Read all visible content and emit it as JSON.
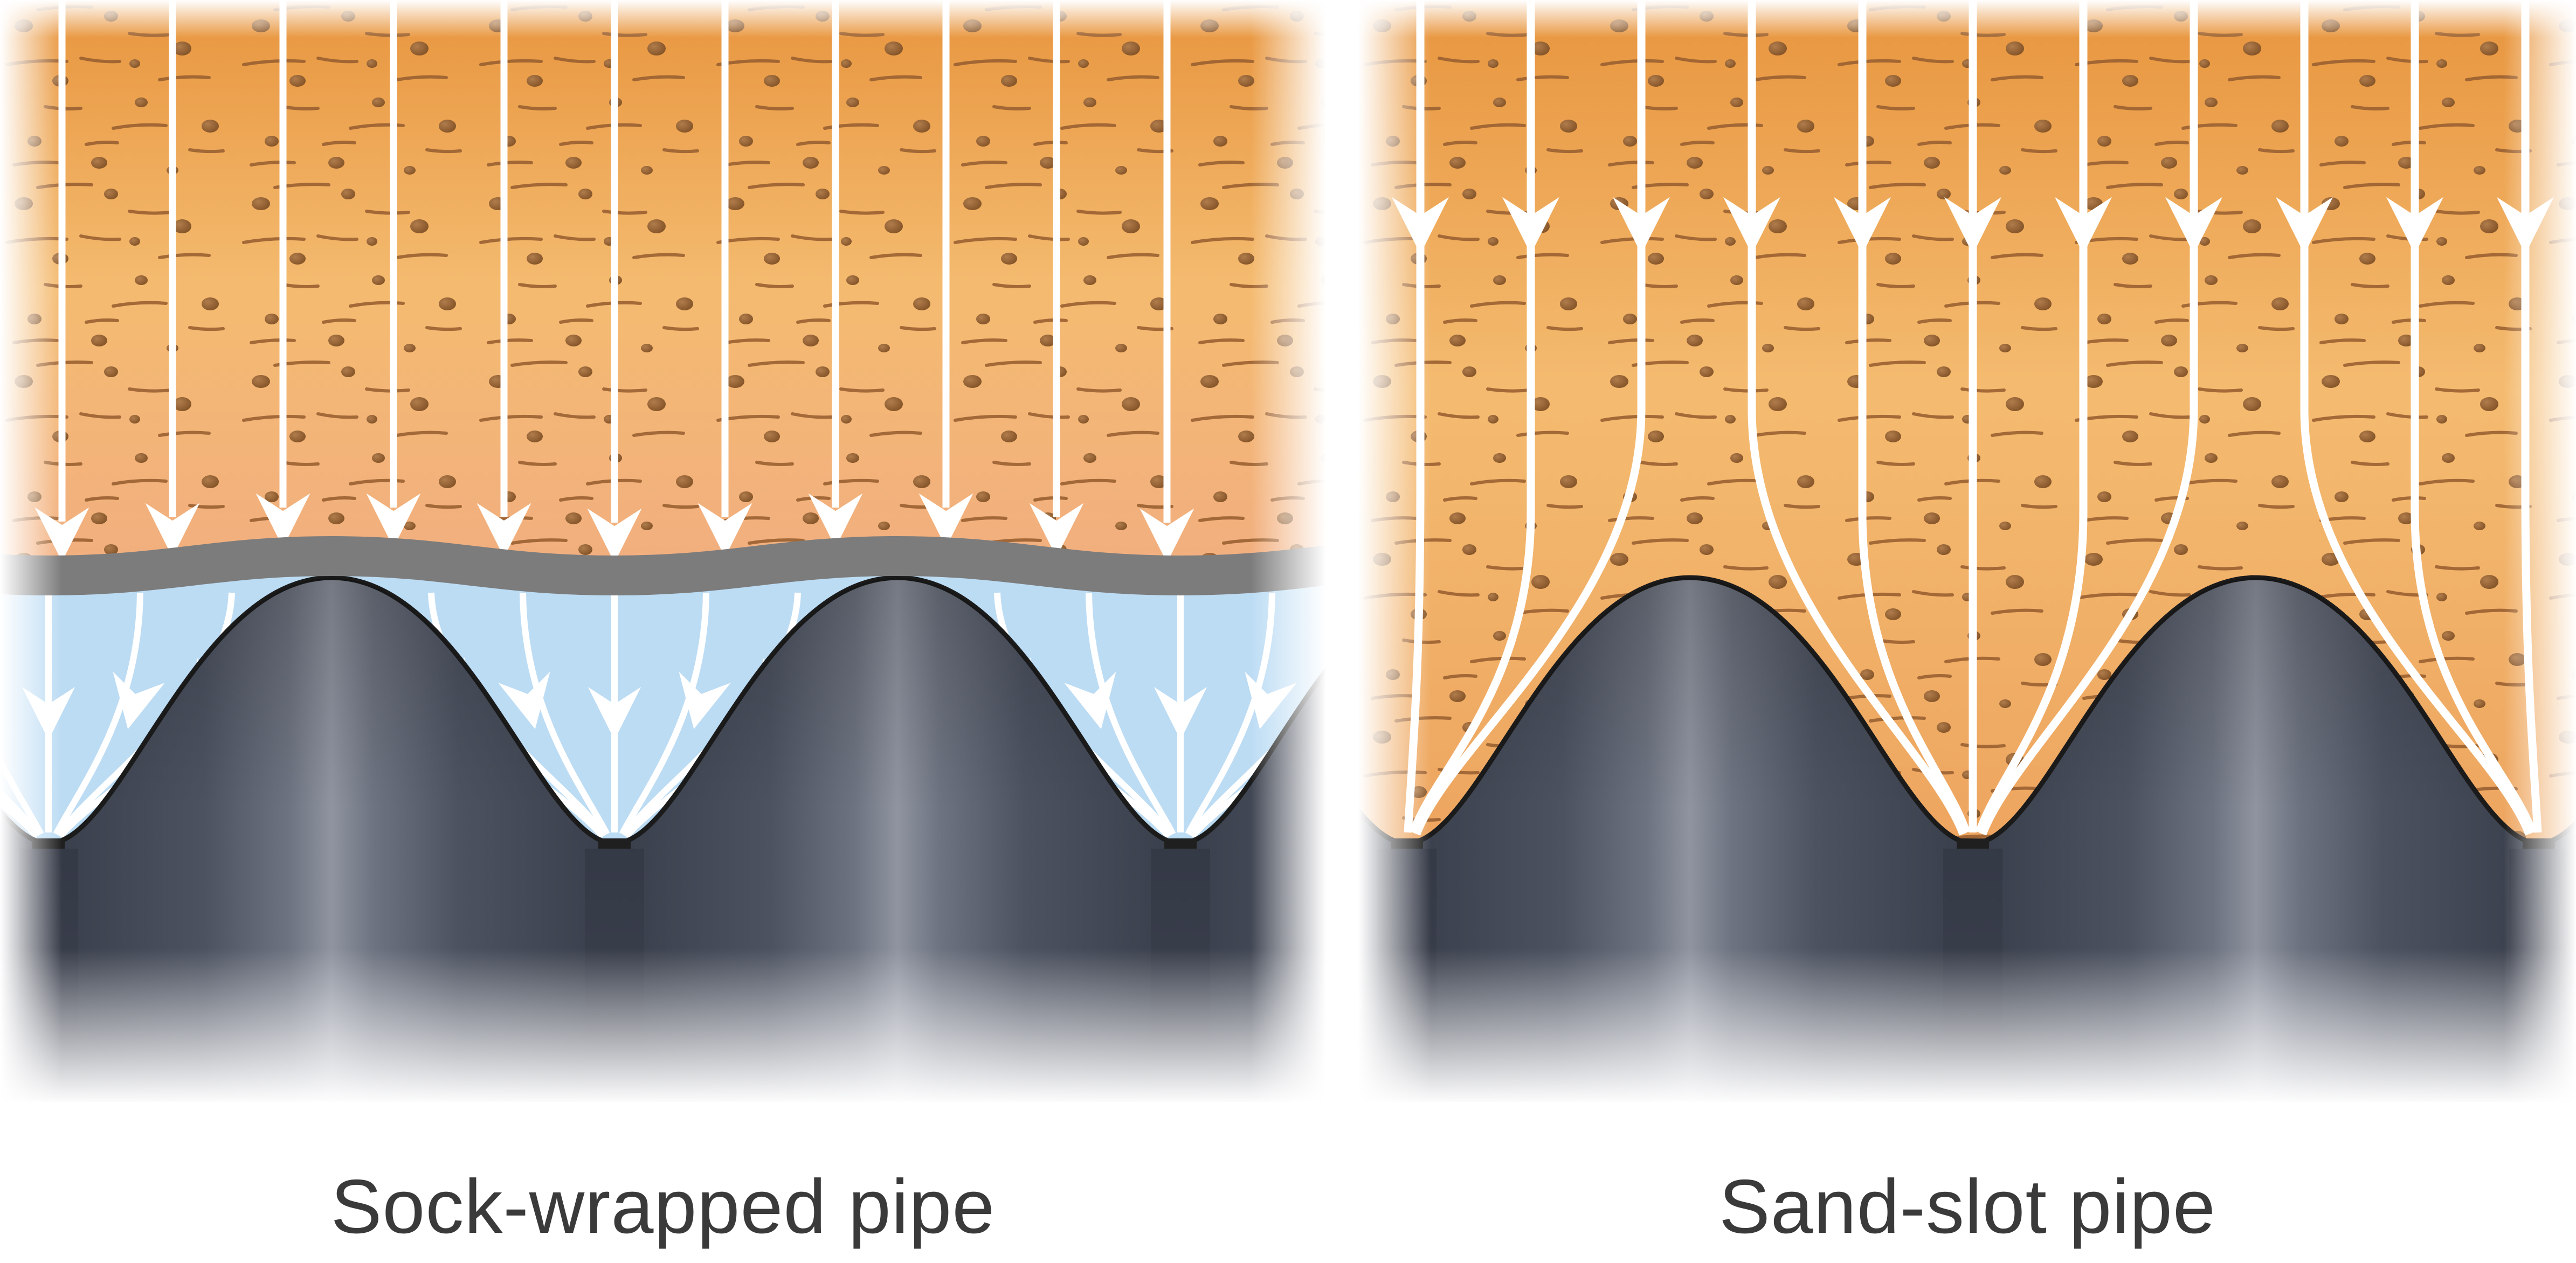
{
  "figure": {
    "panels": [
      {
        "id": "sock-wrapped",
        "caption": "Sock-wrapped pipe",
        "layers": [
          "soil with percolating water",
          "geotextile sock",
          "water film",
          "corrugated drain pipe with slots"
        ]
      },
      {
        "id": "sand-slot",
        "caption": "Sand-slot pipe",
        "layers": [
          "soil with percolating water",
          "corrugated drain pipe with sand slots"
        ]
      }
    ]
  },
  "colors": {
    "background": "#ffffff",
    "caption_text": "#3a3a3a",
    "soil_top": "#e8953e",
    "soil_mid": "#f4bb70",
    "soil_low_left": "#f2ae80",
    "soil_low_right": "#eda45f",
    "speckle_dot_light": "#b07c4c",
    "speckle_dot_dark": "#7e4e22",
    "speckle_dash": "#9a6030",
    "sock_gray": "#7c7c7c",
    "water_blue": "#bcdcf4",
    "flow_line": "#ffffff",
    "pipe_dark": "#383e4a",
    "pipe_mid": "#4c5260",
    "pipe_band": "#6d7380",
    "pipe_light": "#8f94a0",
    "pipe_outline": "#1b1b1b",
    "slot_dark": "#3e4350",
    "slot_deep": "#343946",
    "slot_mouth": "#1f1f1f"
  }
}
